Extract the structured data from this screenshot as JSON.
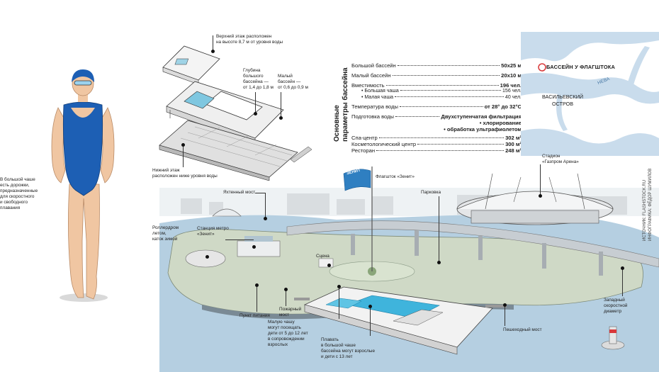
{
  "left_note": [
    "В большой чаше",
    "есть дорожки,",
    "предназначенные",
    "для скоростного",
    "и свободного",
    "плавания"
  ],
  "top_notes": {
    "upper_floor": [
      "Верхний этаж расположен",
      "на высоте 8,7 м от уровня воды"
    ],
    "big_depth": [
      "Глубина",
      "большого",
      "бассейна —",
      "от 1,4 до 1,8 м"
    ],
    "small_pool": [
      "Малый",
      "бассейн —",
      "от 0,6 до 0,9 м"
    ],
    "lower_floor": [
      "Нижний этаж",
      "расположен ниже уровня воды"
    ]
  },
  "params": {
    "heading": [
      "Основные",
      "параметры бассейна"
    ],
    "rows": [
      {
        "label": "Большой бассейн",
        "value": "50x25 м",
        "sub": false
      },
      {
        "label": "Малый бассейн",
        "value": "20x10 м",
        "sub": false
      },
      {
        "label": "Вместимость",
        "value": "196 чел.",
        "sub": false
      },
      {
        "label": "• Большая чаша",
        "value": "156 чел.",
        "sub": true
      },
      {
        "label": "• Малая чаша",
        "value": "40 чел.",
        "sub": true
      },
      {
        "label": "Температура воды",
        "value": "от 28° до 32°C",
        "sub": false
      },
      {
        "label": "Подготовка воды",
        "value": "Двухступенчатая фильтрация",
        "sub": false
      }
    ],
    "treatments": [
      "• хлорирование",
      "• обработка ультрафиолетом"
    ],
    "rows2": [
      {
        "label": "Спа-центр",
        "value": "302 м²"
      },
      {
        "label": "Косметологический центр",
        "value": "300 м²"
      },
      {
        "label": "Ресторан",
        "value": "248 м²"
      }
    ]
  },
  "map": {
    "pool_label": "БАССЕЙН У ФЛАГШТОКА",
    "river": "НЕВА",
    "island": [
      "ВАСИЛЬЕВСКИЙ",
      "ОСТРОВ"
    ],
    "colors": {
      "water": "#c9dcec",
      "land": "#ffffff",
      "marker": "#d9383a"
    }
  },
  "scene_labels": {
    "stadium": [
      "Стадион",
      "«Газпром Арена»"
    ],
    "flagpole": "Флагшток «Зенит»",
    "parking": "Парковка",
    "yacht_bridge": "Яхтенный мост",
    "rollerdrome": [
      "Роллердром",
      "летом,",
      "каток зимой"
    ],
    "metro": [
      "Станция метро",
      "«Зенит»"
    ],
    "stage": "Сцена",
    "food": "Пункт питания",
    "fire_bridge": [
      "Пожарный",
      "мост"
    ],
    "small_bowl": [
      "Малую чашу",
      "могут посещать",
      "дети от 5 до 12 лет",
      "в сопровождении",
      "взрослых"
    ],
    "big_bowl": [
      "Плавать",
      "в большой чаше",
      "бассейна могут взрослые",
      "и дети с 13 лет"
    ],
    "pedestrian_bridge": "Пешеходный мост",
    "west_diameter": [
      "Западный",
      "скоростной",
      "диаметр"
    ]
  },
  "credits": [
    "ИСТОЧНИК: FLASHSTOCK.RU",
    "ИНФОГРАФИКА: ФЁДОР ШУМИЛОВ"
  ],
  "flag_text": "ЗЕНИТ",
  "colors": {
    "pool_water": "#3fb4dc",
    "bay_water": "#b5cfe1",
    "swimsuit": "#1d5fb4",
    "skin": "#f0c6a2"
  }
}
